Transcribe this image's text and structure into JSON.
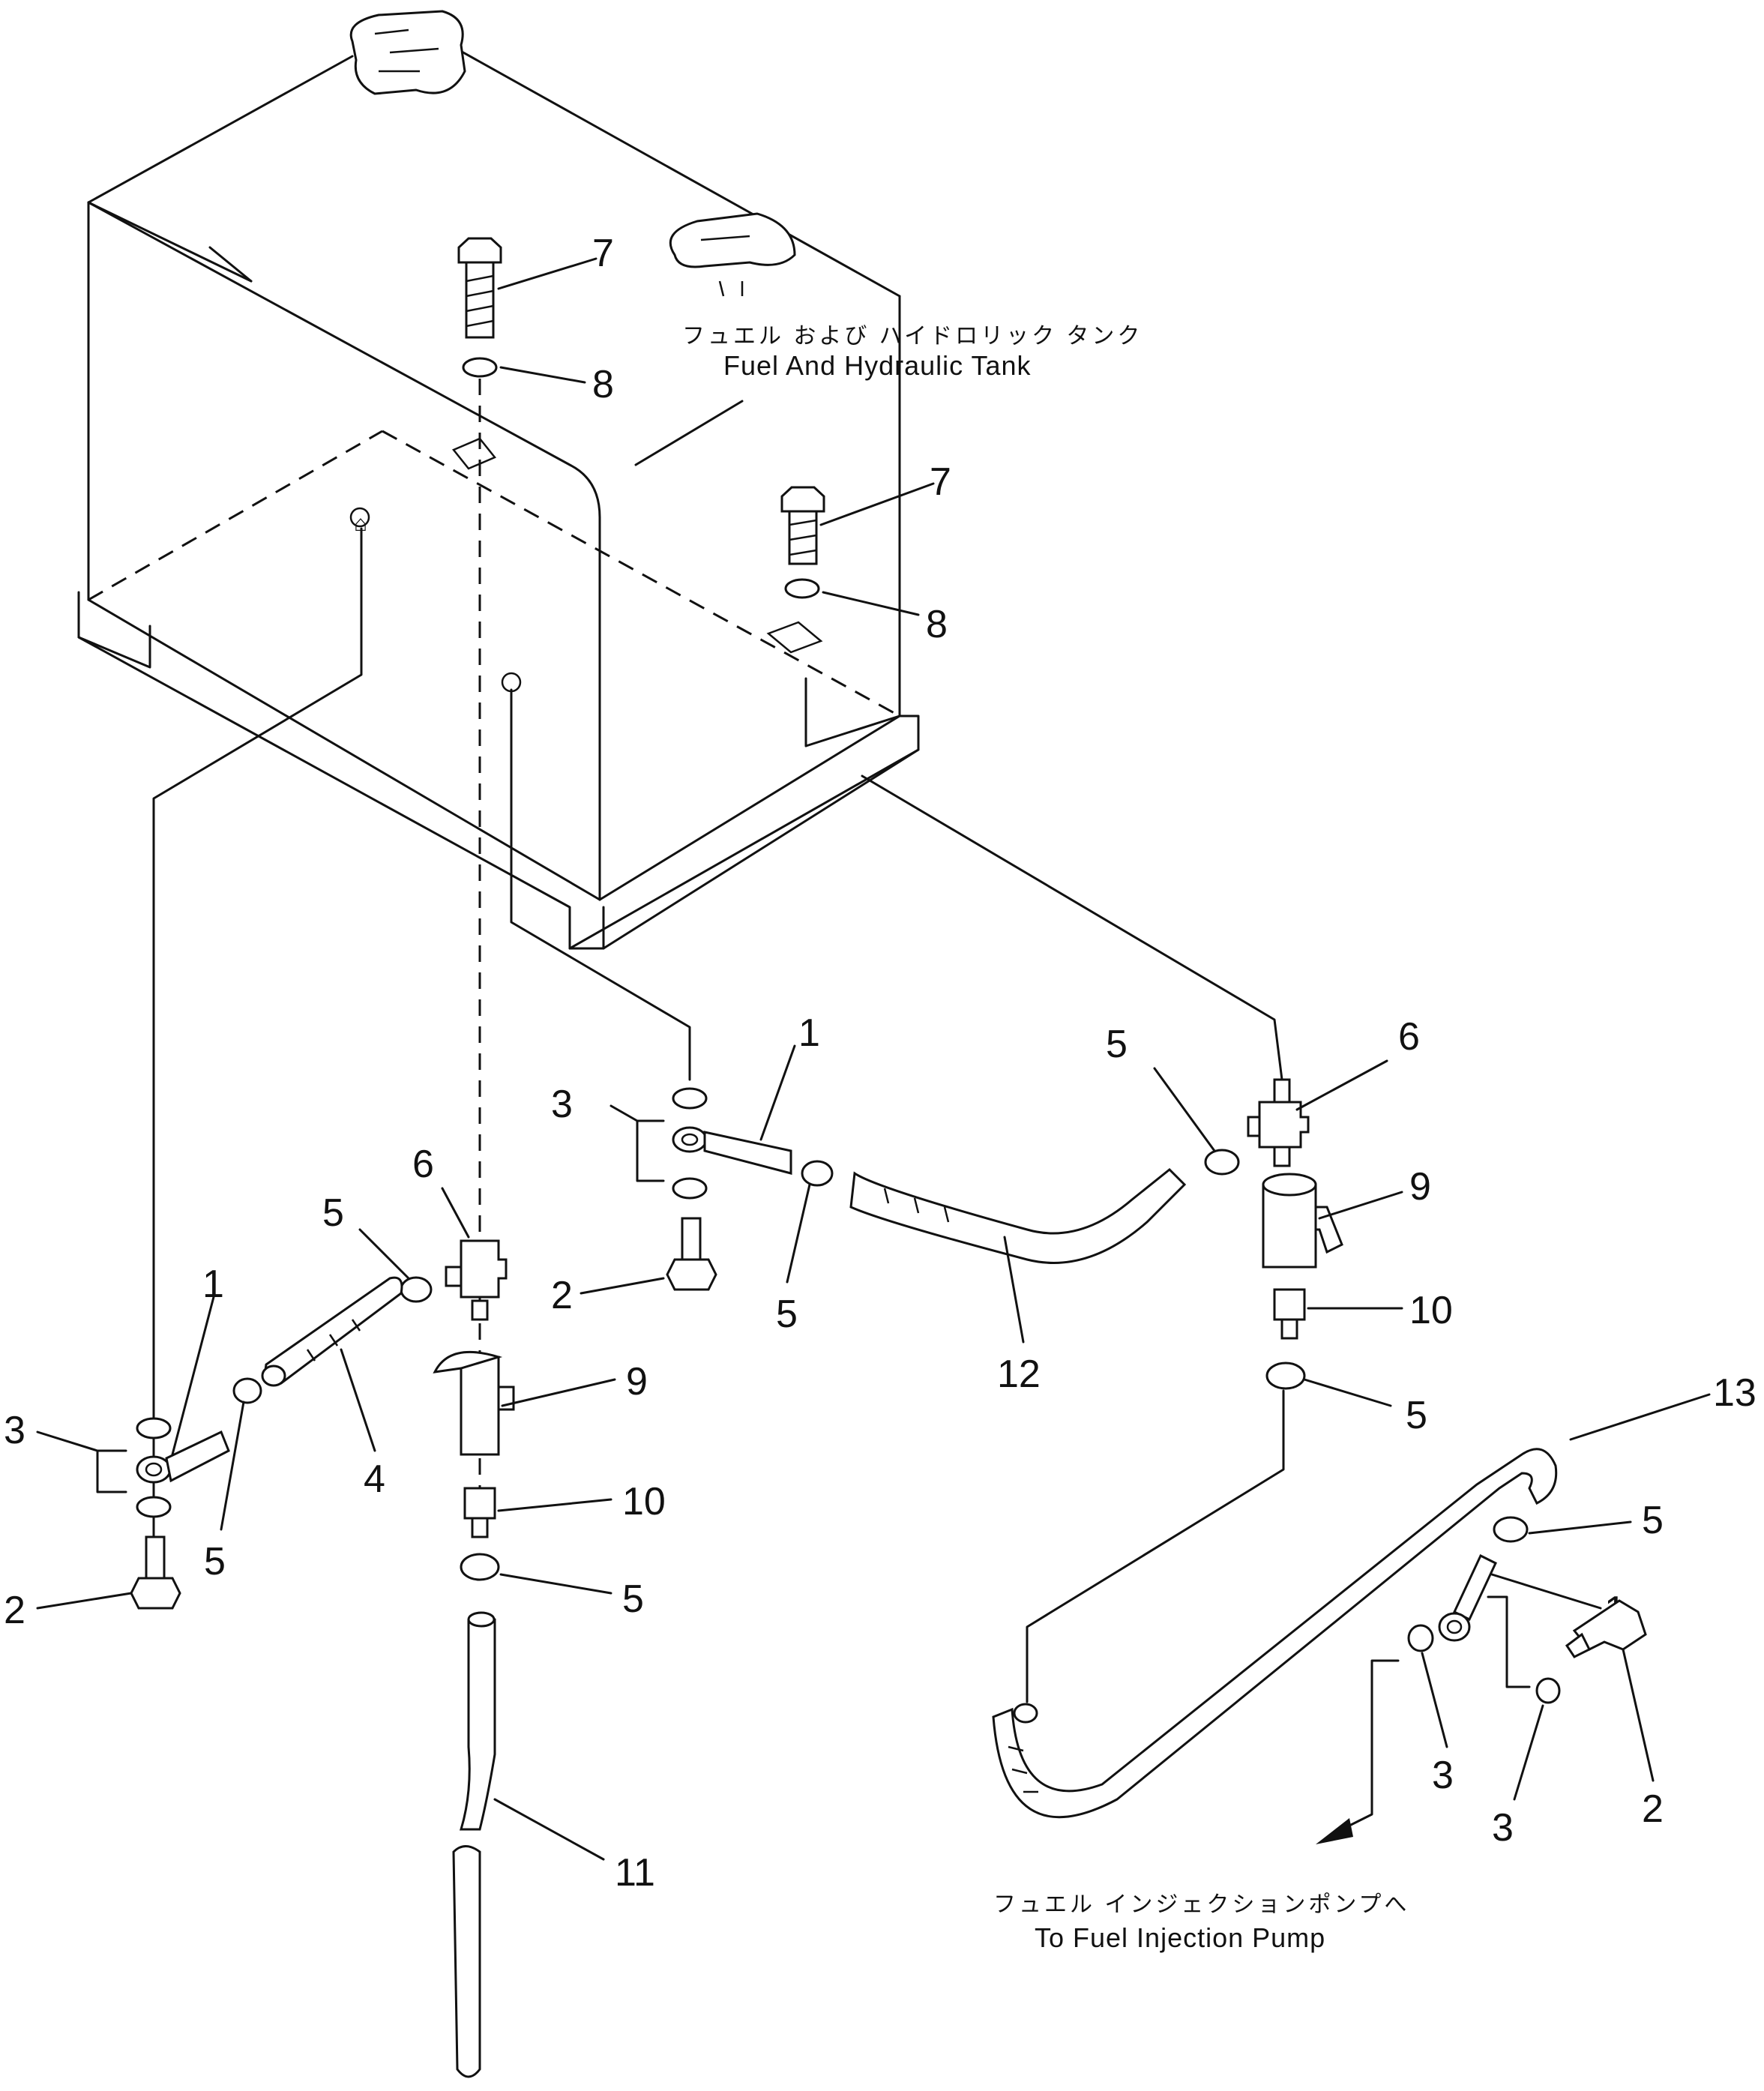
{
  "labels": {
    "tank_jp": "フュエル および ハイドロリック タンク",
    "tank_en": "Fuel And Hydraulic Tank",
    "pump_jp": "フュエル インジェクションポンプへ",
    "pump_en": "To Fuel Injection Pump"
  },
  "callouts": {
    "bolt_top_left": "7",
    "washer_top_left": "8",
    "bolt_top_right": "7",
    "washer_top_right": "8",
    "mid_banjo": "1",
    "mid_washer_group": "3",
    "mid_bolt": "2",
    "mid_clamp_lower": "5",
    "mid_clamp_right": "5",
    "right_cock": "6",
    "right_filter": "9",
    "right_fitting": "10",
    "right_clamp_lower": "5",
    "hose_12": "12",
    "hose_13": "13",
    "left_cock": "6",
    "left_clamp_upper": "5",
    "left_filter": "9",
    "left_fitting": "10",
    "left_clamp_lower": "5",
    "hose_11": "11",
    "left_banjo": "1",
    "left_washer_group": "3",
    "left_bolt": "2",
    "left_clamp_small": "5",
    "hose_4": "4",
    "br_clamp": "5",
    "br_banjo": "1",
    "br_bolt": "2",
    "br_washer_a": "3",
    "br_washer_b": "3"
  }
}
